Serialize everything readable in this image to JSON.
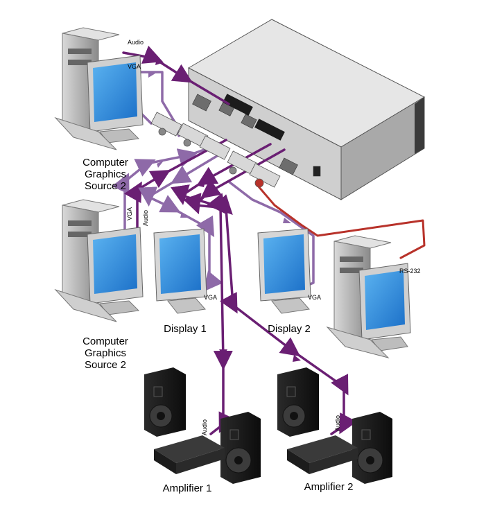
{
  "labels": {
    "source_top": [
      "Computer",
      "Graphics",
      "Source 2"
    ],
    "source_bottom": [
      "Computer",
      "Graphics",
      "Source 2"
    ],
    "display1": "Display 1",
    "display2": "Display 2",
    "amplifier1": "Amplifier 1",
    "amplifier2": "Amplifier 2",
    "audio_top": "Audio",
    "vga_top": "VGA",
    "vga_left": "VGA",
    "audio_left": "Audio",
    "vga_display1": "VGA",
    "vga_display2": "VGA",
    "rs232": "RS-232",
    "audio_amp1": "Audio",
    "audio_amp2": "Audio"
  },
  "colors": {
    "audio_cable": "#6a1f73",
    "vga_cable": "#8e6aa8",
    "rs232_cable": "#b8322a"
  }
}
